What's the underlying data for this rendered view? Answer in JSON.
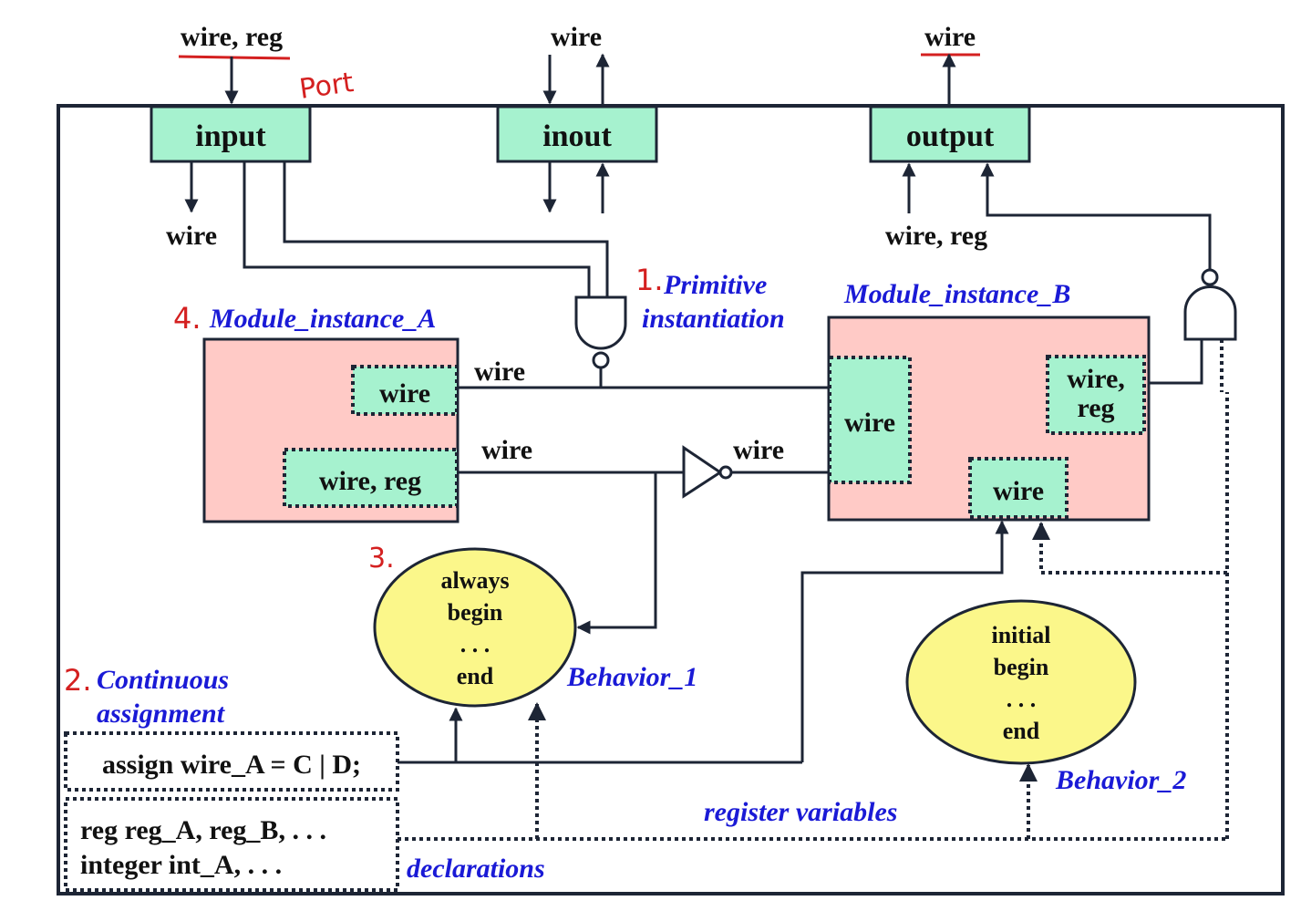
{
  "ports": {
    "input": "input",
    "inout": "inout",
    "output": "output"
  },
  "external": {
    "input_above": "wire, reg",
    "inout_above": "wire",
    "output_above": "wire",
    "input_below": "wire",
    "output_below": "wire, reg"
  },
  "annotations": {
    "port": "Port",
    "n1": "1.",
    "n2": "2.",
    "n3": "3.",
    "n4": "4."
  },
  "primitive": {
    "line1": "Primitive",
    "line2": "instantiation"
  },
  "module_a": {
    "title": "Module_instance_A",
    "net1": "wire",
    "net2": "wire, reg"
  },
  "module_b": {
    "title": "Module_instance_B",
    "net_left": "wire",
    "net_right_1": "wire,",
    "net_right_2": "reg",
    "net_bottom": "wire"
  },
  "connections": {
    "top_wire": "wire",
    "mid_wire": "wire",
    "inv_out_wire": "wire"
  },
  "behavior_1": {
    "label": "Behavior_1",
    "lines": [
      "always",
      "begin",
      ". . .",
      "end"
    ]
  },
  "behavior_2": {
    "label": "Behavior_2",
    "lines": [
      "initial",
      "begin",
      ". . .",
      "end"
    ]
  },
  "continuous": {
    "line1": "Continuous",
    "line2": "assignment",
    "code": "assign wire_A = C | D;"
  },
  "declarations": {
    "label": "declarations",
    "line1": "reg reg_A, reg_B,  . . .",
    "line2": "integer int_A, . . ."
  },
  "register_variables": "register variables"
}
